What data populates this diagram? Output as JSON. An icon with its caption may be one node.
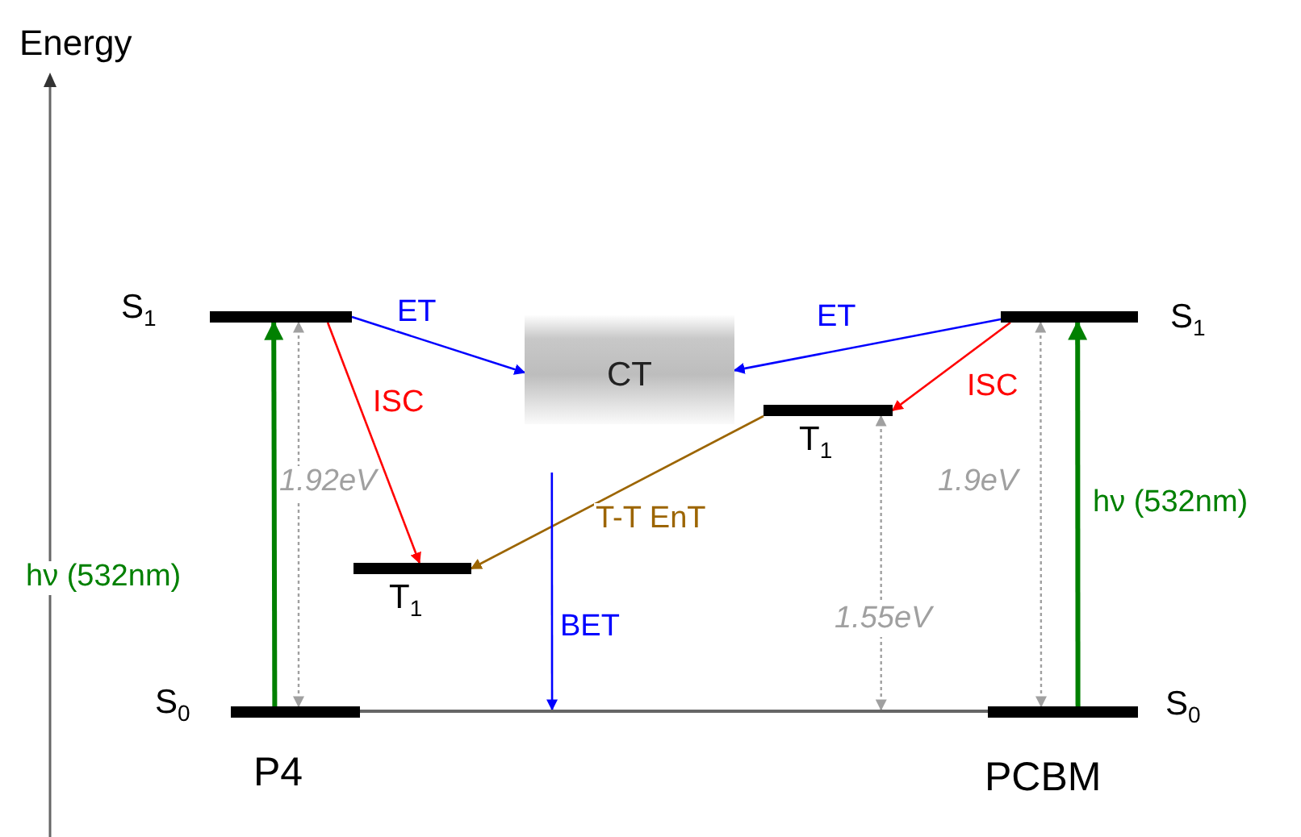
{
  "diagram": {
    "nodes": [
      {
        "text": [],
        "shape": "bar",
        "beside": [
          "S$_{1}$"
        ]
      },
      {
        "text": [],
        "shape": "bar",
        "beside": [
          "T$_{1}$"
        ]
      },
      {
        "text": [],
        "shape": "bar",
        "beside": [
          "S$_{0}$"
        ]
      },
      {
        "text": [
          "CT"
        ]
      },
      {
        "text": [],
        "shape": "bar",
        "beside": [
          "T$_{1}$"
        ]
      },
      {
        "text": [],
        "shape": "bar",
        "beside": [
          "S$_{1}$"
        ]
      },
      {
        "text": [],
        "shape": "bar",
        "beside": [
          "S$_{0}$"
        ]
      },
      {
        "text": [],
        "shape": "line"
      }
    ],
    "edges": [
      {
        "from": 0,
        "to": 3,
        "arrow": "to",
        "label": "ET",
        "color": "#0000ff"
      },
      {
        "from": 0,
        "to": 1,
        "arrow": "to",
        "label": "ISC",
        "color": "#ff0000"
      },
      {
        "from": 2,
        "to": 0,
        "arrow": "to",
        "label": "hν (532nm)",
        "color": "#008000",
        "style": "thick"
      },
      {
        "from": 2,
        "to": 0,
        "arrow": "both",
        "label": "1.92eV",
        "color": "#a0a0a0",
        "style": "dashed"
      },
      {
        "from": 5,
        "to": 3,
        "arrow": "to",
        "label": "ET",
        "color": "#0000ff"
      },
      {
        "from": 5,
        "to": 4,
        "arrow": "to",
        "label": "ISC",
        "color": "#ff0000"
      },
      {
        "from": 4,
        "to": 1,
        "arrow": "to",
        "label": "T-T EnT",
        "color": "#9c6500"
      },
      {
        "from": 3,
        "to": 7,
        "arrow": "to",
        "label": "BET",
        "color": "#0000ff"
      },
      {
        "from": 7,
        "to": 4,
        "arrow": "both",
        "label": "1.55eV",
        "color": "#a0a0a0",
        "style": "dashed"
      },
      {
        "from": 6,
        "to": 5,
        "arrow": "both",
        "label": "1.9eV",
        "color": "#a0a0a0",
        "style": "dashed"
      },
      {
        "from": 6,
        "to": 5,
        "arrow": "to",
        "label": "hν (532nm)",
        "color": "#008000",
        "style": "thick"
      }
    ],
    "labels": [
      "Energy",
      "P4",
      "PCBM"
    ]
  }
}
